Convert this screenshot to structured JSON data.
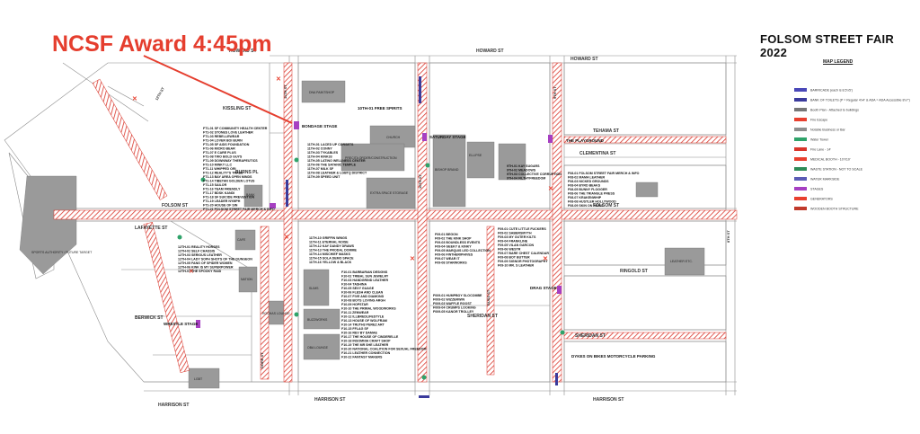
{
  "header": {
    "award_text": "NCSF Award 4:45pm",
    "title": "FOLSOM STREET FAIR 2022",
    "legend_title": "MAP LEGEND"
  },
  "colors": {
    "award": "#e53e2e",
    "fire_lane": "#d9362b",
    "block": "#9a9a9a",
    "street_line": "#7d7d7d",
    "stage": "#a63fc2",
    "medical": "#e8402f"
  },
  "legend": [
    {
      "label": "BARRICADE (each is 8.5'x5')",
      "color": "#4a48b8"
    },
    {
      "label": "BANK OF TOILETS (P = Regular 4'x4' & ADA = ADA Accessible 8'x7')",
      "color": "#3b3b9c"
    },
    {
      "label": "Booth Plan - Attached to buildings",
      "color": "#777777"
    },
    {
      "label": "Fire Escape",
      "color": "#e8402f"
    },
    {
      "label": "Notable Business or Bar",
      "color": "#8f8f8f"
    },
    {
      "label": "Water Tower",
      "color": "#2fa36a"
    },
    {
      "label": "Fire Lane - 14'",
      "color": "#d9362b"
    },
    {
      "label": "MEDICAL BOOTH - 10'X10'",
      "color": "#e8402f"
    },
    {
      "label": "WASTE STATION - NOT TO SCALE",
      "color": "#2e8b57"
    },
    {
      "label": "WATER MARKSIDE",
      "color": "#5b5bb5"
    },
    {
      "label": "STAGES",
      "color": "#a63fc2"
    },
    {
      "label": "GENERATORS",
      "color": "#e8402f"
    },
    {
      "label": "WOODEN BOOTH STRUCTURE",
      "color": "#c0392b"
    }
  ],
  "streets": {
    "howard": "HOWARD ST",
    "howard_bottom": "HOWARD ST",
    "tehama": "TEHAMA ST",
    "clementina": "CLEMENTINA ST",
    "folsom": "FOLSOM ST",
    "ringold": "RINGOLD ST",
    "sheridan": "SHERIDAN ST",
    "harrison": "HARRISON ST",
    "harrison_left": "HARRISON ST",
    "harrison_mid": "HARRISON ST",
    "harrison_right": "HARRISON ST",
    "dore": "DORE ST",
    "langton": "LANGTON ST",
    "berwick": "BERWICK ST",
    "lafayette": "LAFAYETTE ST",
    "10th": "10TH ST",
    "11th": "11TH ST",
    "12th": "12TH ST",
    "9th": "9TH ST",
    "8th": "8TH ST",
    "russ": "RUSS ST",
    "juniper": "JUNIPER ST",
    "burns": "BURNS PL",
    "kissling": "KISSLING ST"
  },
  "stages": {
    "bondage": "BONDAGE STAGE",
    "saturday": "SATURDAY STAGE",
    "playground": "THE PLAYGROUND",
    "drag": "DRAG STAGE",
    "wrestle": "WRESTLE STAGE",
    "bikes": "DYKES ON BIKES MOTORCYCLE PARKING",
    "free_spirits": "10TH-01 FREE SPIRITS"
  },
  "buildings": {
    "dna": "DNA PAINTSHOP",
    "church": "CHURCH",
    "recycle": "PRECITA ORDER/CONSTRUCTION",
    "ext_space": "EXTRA SPACE STORAGE",
    "sports": "SPORTS AUTHORITY / FUTURE TARGET",
    "slims": "SLIMS",
    "buzzworks": "BUZZWORKS",
    "oba": "OBA LOUNGE",
    "glamrock": "BISHOP BRAND",
    "ellipse": "ELLIPSE",
    "leather": "LEATHER ETC.",
    "lgbt": "LGBT",
    "bank": "BANK",
    "lightning": "MOTHER MURPHY'S",
    "cafe": "CAFE",
    "nation": "NATION",
    "rochas": "ROCHAS LOUNGE"
  },
  "vendor_lists": {
    "ft": [
      "FT1-01 SF COMMUNITY HEALTH CENTER",
      "FT1-02 STONES LOVE LEATHER",
      "FT1-03 REBELLEWEAR",
      "FT1-04 LOVER BOI BURN",
      "FT1-05 SF AIDS FOUNDATION",
      "FT1-06 MICRO BEAR",
      "FT1-07 E CARE PLUS",
      "FT1-08 TWO BOLD GUYS",
      "FT1-09 DOWNWAY THERAPEUTICS",
      "FT1-10 MINKY LLC",
      "FT1-11 WHIPPED ORI",
      "FT1-12 REALITY'S TRADE",
      "FT1-13 BAY AREA OPEN MINDS",
      "FT1-14 TIBETAN GOLDEN LOTUS",
      "FT1-15 SAILOR",
      "FT1-16 TEAM FRIENDLY",
      "FT1-17 BDSK KANDI",
      "FT1-18 SF SUICIDE PREVENTION",
      "FT1-19 LEADER NYMPH",
      "FT1-20 HOUSE OF SIN",
      "FT1-21 FOLSOM STREET FAIR MERCH & INFO"
    ],
    "twelve": [
      "12TH-01 REALITY HORSES",
      "12TH-02 SELF CHASSIS",
      "12TH-03 SERIOUS LEATHER",
      "12TH-04 LADY SOPH SHOTS OF THE DUNGEON",
      "12TH-05 FANG OF SPIDER WOMEN",
      "12TH-06 KINK IS MY SUPERPOWER",
      "12TH-07 THE SPOOKY RAID"
    ],
    "eleven_top": [
      "11TH-01 LACED UP CORSETS",
      "11TH-02 CONNY",
      "11TH-03 TYKABLES",
      "11TH-04 KINK33",
      "11TH-05 LATINO WELLNESS CENTER",
      "11TH-06 THE SATANIC TEMPLE",
      "11TH-07 MILK SF",
      "11TH-08 LEATHER & LGBTQ DISTRICT",
      "11TH-09 SPEED UNIT"
    ],
    "eleven_low": [
      "11TH-10 GRIFFIN WINGS",
      "11TH-11 ETERNAL NOISE",
      "11TH-12 KAY DANDY DRAWS",
      "11TH-13 THE PRODAL DOMME",
      "11TH-14 MISCHIEF MASKS",
      "11TH-15 SOLA DEMO SPACE",
      "11TH-16 YELLOW & BLACK"
    ],
    "ften": [
      "F10-01 BARBARIAN DESIGNS",
      "F10-02 TRIBAL SUN JEWELRY",
      "F10-03 HANDGRIND LEATHER",
      "F10-04 TASHINA",
      "F10-05 SEXY GUAGE",
      "F10-06 FLESH AND CLEAN",
      "F10-07 FIVE AND DIAMOND",
      "F10-08 BOYS LOVING ARGH",
      "F10-09 HOPSTAR",
      "F10-10 THE PRIMAL WOODWORKS",
      "F10-11 ZENWEAR",
      "F10-12 ILLBREDLIFESTYLE",
      "F10-13 HOUSE OF WOLFRAM",
      "F10-14 TRUTH3 PEREZ ART",
      "F10-15 FFLAG SF",
      "F10-16 REV BY DAMAE",
      "F10-17 THE HOUSE OF CINDERELLE",
      "F10-18 INSOMNIA CRAFT SHOP",
      "F10-19 THE MR SHE LEATHER",
      "F10-20 NATIONAL COALITION FOR SEXUAL FREEDOM",
      "F10-21 LEATHER CONNECTION",
      "F10-22 FANTASY MAKERS"
    ],
    "fnine": [
      "F09-01 BEGON",
      "F09-02 THE KINK SHOP",
      "F09-03 BOUNDLESS EVENTS",
      "F09-04 GEEKY & KINKY",
      "F09-05 MARQUIS LED COLLECTION",
      "F09-06 FINTHERIPHIVES",
      "F09-07 WEAR IT",
      "F09-08 STARWORKS"
    ],
    "fnine_r": [
      "F09-01 CUTE LITTLE FUCKERS",
      "F09-02 SABERSMYTH",
      "F09-03 MY OUTER KILTS",
      "F09-04 FRANKLINE",
      "F09-05 VILAN GARCON",
      "F09-06 WESTR",
      "F09-07 BARE CHEST CALENDAR",
      "F09-08 BOT BUTTER",
      "F09-09 SIGNOR PHOTOGRAPHY",
      "F09-10 MR. S LEATHER"
    ],
    "fnine_b": [
      "F009-01 HUMPBOY SLOCOMBE",
      "F009-02 WIZZERWIN",
      "F009-03 WAFFLE ROOST",
      "F009-04 CRUMPS LOOKING",
      "F009-05 KANOR TROLLEY"
    ],
    "f9k": [
      "9TH-01 KAY SUGARS",
      "9TH-02 MEADOWS",
      "9TH-03 COLLECTIVE CORRUPTION",
      "9TH-04 FILTHYFREEDOM"
    ],
    "f8": [
      "F08-01 FOLSOM STREET FAIR MERCH & INFO",
      "F08-02 MAMA LEATHER",
      "F08-03 NICKED GROUNDS",
      "F08-04 BYRD BEAKS",
      "F08-05 BUNNY FLOGGER",
      "F08-06 THE TRIANGLE PRESS",
      "F08-07 KRAKENWHIP",
      "F08-08 HUSTLER HOLLYWOOD",
      "F08-09 SKIN ON SKINS"
    ]
  }
}
